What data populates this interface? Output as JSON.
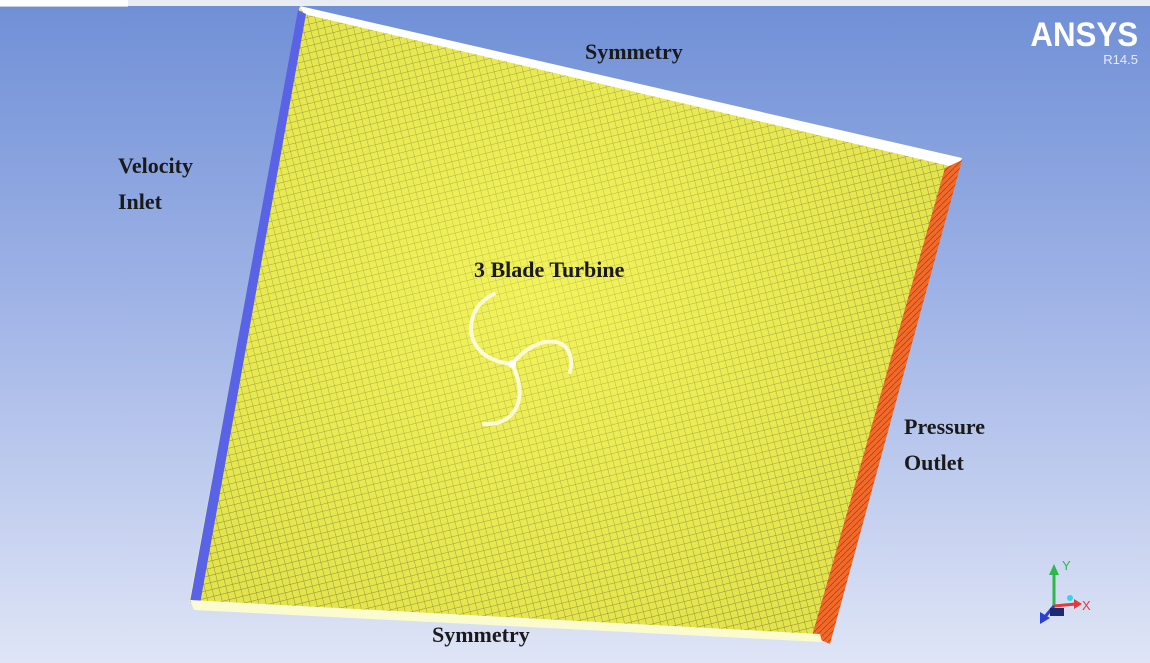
{
  "viewport": {
    "background_top": "#6f8fd6",
    "background_bottom": "#dfe5f6"
  },
  "logo": {
    "brand": "ANSYS",
    "release": "R14.5"
  },
  "boundaries": {
    "symmetry_top": "Symmetry",
    "velocity_inlet_line1": "Velocity",
    "velocity_inlet_line2": "Inlet",
    "turbine": "3 Blade Turbine",
    "pressure_outlet_line1": "Pressure",
    "pressure_outlet_line2": "Outlet",
    "symmetry_bottom": "Symmetry"
  },
  "colors": {
    "mesh": "#e8e84a",
    "mesh_lines": "#8f8f3a",
    "inlet": "#5a63e6",
    "outlet": "#f06a2a",
    "symmetry_edge": "#ffffff"
  },
  "triad": {
    "x_label": "X",
    "y_label": "Y",
    "x_color": "#e23a3a",
    "y_color": "#2fb84a",
    "z_color": "#2a3fd6",
    "icon": "axis-triad-icon"
  }
}
